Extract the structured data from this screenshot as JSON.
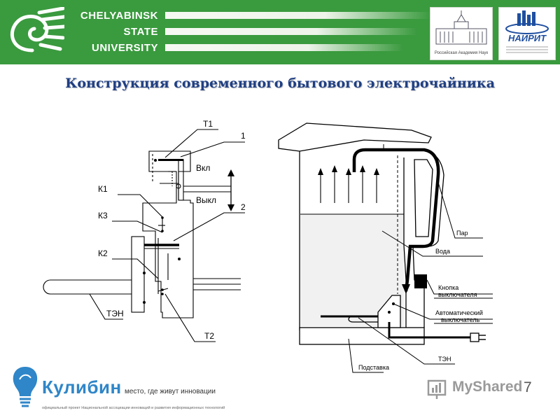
{
  "header": {
    "uni_lines": [
      "CHELYABINSK",
      "STATE",
      "UNIVERSITY"
    ],
    "partner1_caption": "Российская Академия Наук",
    "partner2_logo_text": "НАИРИТ"
  },
  "title": "Конструкция современного бытового электрочайника",
  "diagram": {
    "switch": {
      "t1": "Т1",
      "n1": "1",
      "on": "Вкл",
      "off": "Выкл",
      "k1": "К1",
      "n2": "2",
      "k3": "К3",
      "k2": "К2",
      "ten": "ТЭН",
      "t2": "Т2"
    },
    "kettle": {
      "steam": "Пар",
      "water": "Вода",
      "button_line1": "Кнопка",
      "button_line2": "выключателя",
      "auto_line1": "Автоматический",
      "auto_line2": "выключатель",
      "stand": "Подставка",
      "ten": "ТЭН"
    }
  },
  "footer": {
    "brand": "Кулибин",
    "slogan": "место, где живут инновации",
    "subtitle": "официальный проект Национальной ассоциации инноваций и развития информационных технологий",
    "watermark": "MyShared",
    "page_number": "7"
  },
  "colors": {
    "header_green": "#3a9a3e",
    "title_blue": "#1f3f84",
    "kulibin_blue": "#2f86c8"
  }
}
